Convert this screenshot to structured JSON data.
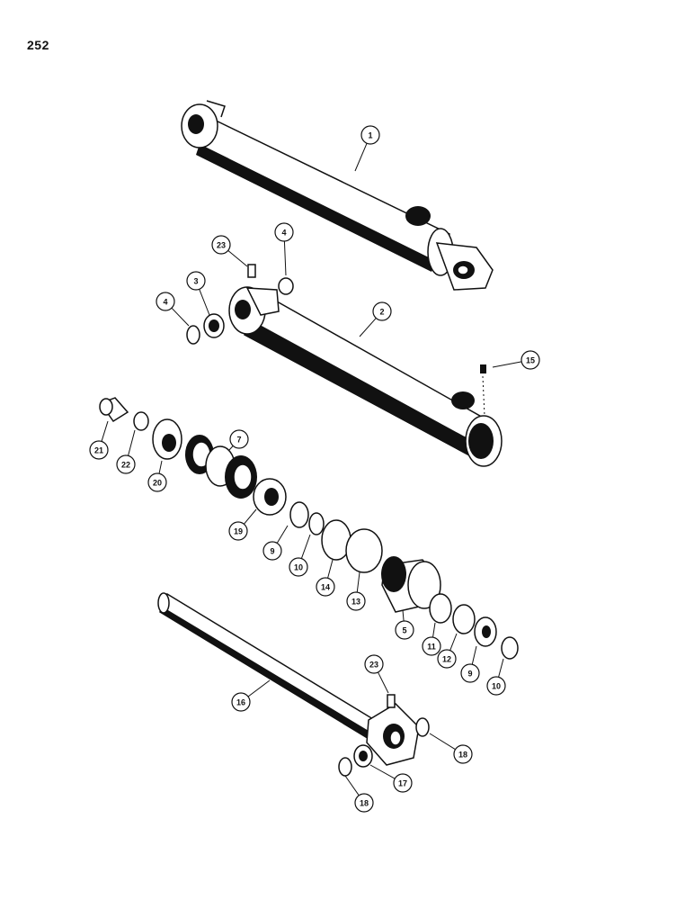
{
  "page_number": "252",
  "callouts": [
    {
      "label": "1"
    },
    {
      "label": "23"
    },
    {
      "label": "4"
    },
    {
      "label": "4"
    },
    {
      "label": "3"
    },
    {
      "label": "2"
    },
    {
      "label": "15"
    },
    {
      "label": "21"
    },
    {
      "label": "22"
    },
    {
      "label": "20"
    },
    {
      "label": "7"
    },
    {
      "label": "19"
    },
    {
      "label": "9"
    },
    {
      "label": "10"
    },
    {
      "label": "14"
    },
    {
      "label": "13"
    },
    {
      "label": "5"
    },
    {
      "label": "11"
    },
    {
      "label": "12"
    },
    {
      "label": "9"
    },
    {
      "label": "10"
    },
    {
      "label": "23"
    },
    {
      "label": "16"
    },
    {
      "label": "18"
    },
    {
      "label": "17"
    },
    {
      "label": "18"
    }
  ]
}
